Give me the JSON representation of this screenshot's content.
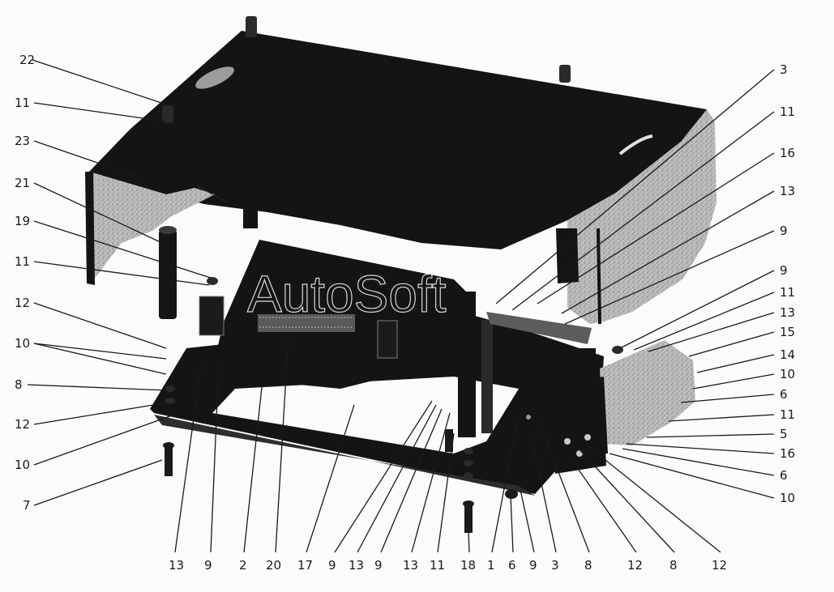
{
  "diagram": {
    "watermark": "AutoSoft",
    "colors": {
      "background": "#fbfbfb",
      "dark": "#151515",
      "speckle": "#9a9a9a",
      "line": "#1a1a1a",
      "label": "#1a1a1a"
    },
    "left_labels": [
      "22",
      "11",
      "23",
      "21",
      "19",
      "11",
      "12",
      "10",
      "8",
      "12",
      "10",
      "7"
    ],
    "right_labels": [
      "3",
      "11",
      "16",
      "13",
      "9",
      "9",
      "11",
      "13",
      "15",
      "14",
      "10",
      "6",
      "11",
      "5",
      "16",
      "6",
      "10"
    ],
    "bottom_labels": [
      "13",
      "9",
      "2",
      "20",
      "17",
      "9",
      "13",
      "9",
      "13",
      "11",
      "18",
      "1",
      "6",
      "9",
      "3",
      "8",
      "12",
      "8",
      "12"
    ]
  }
}
